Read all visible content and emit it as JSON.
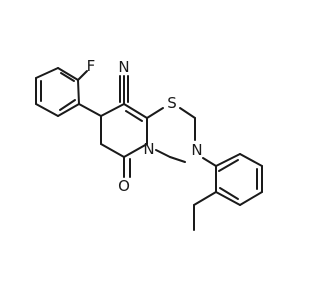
{
  "molecule": {
    "background": "#ffffff",
    "bond_color": "#1a1a1a",
    "atoms": {
      "fluorine": {
        "symbol": "F",
        "color": "#1a1a1a"
      },
      "nitrile_nitrogen": {
        "symbol": "N",
        "color": "#1a1a1a"
      },
      "sulfur": {
        "symbol": "S",
        "color": "#1a1a1a"
      },
      "ring_nitrogen_right": {
        "symbol": "N",
        "color": "#1a1a1a"
      },
      "ring_nitrogen_left": {
        "symbol": "N",
        "color": "#1a1a1a"
      },
      "carbonyl_oxygen": {
        "symbol": "O",
        "color": "#1a1a1a"
      }
    }
  }
}
